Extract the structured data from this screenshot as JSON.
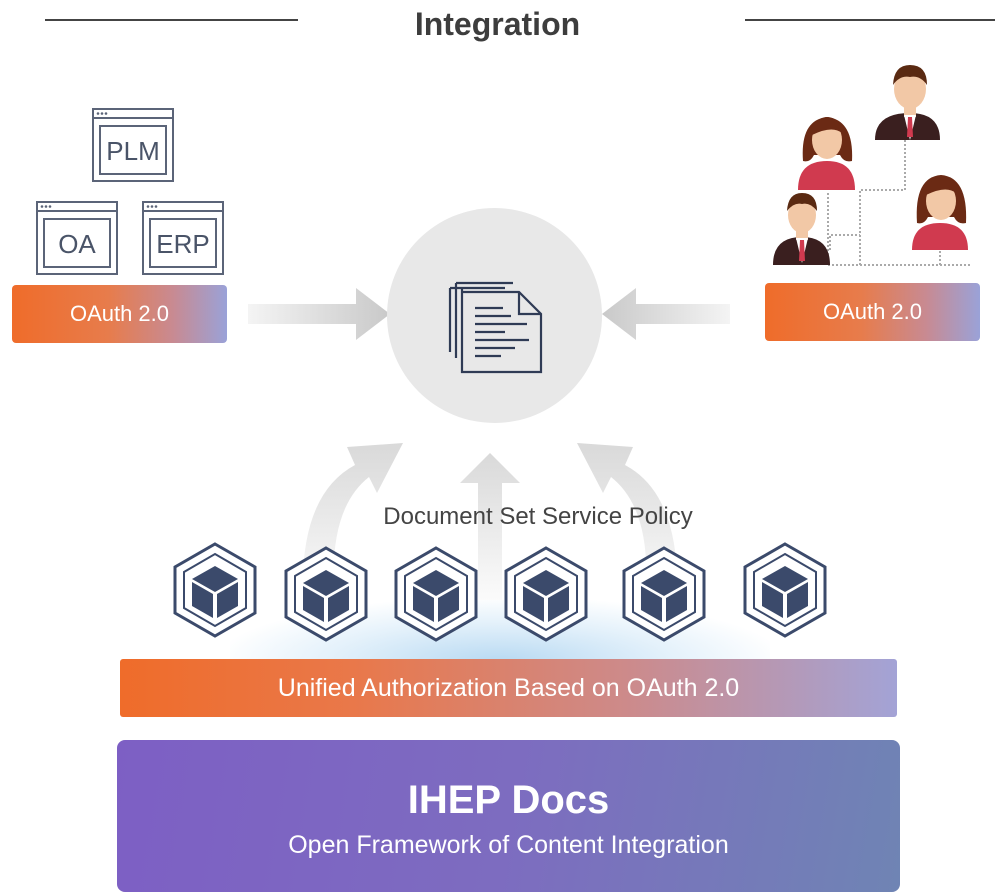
{
  "header": {
    "title": "Integration"
  },
  "left_apps": [
    {
      "name": "PLM-icon",
      "label": "PLM"
    },
    {
      "name": "OA-icon",
      "label": "OA"
    },
    {
      "name": "ERP-icon",
      "label": "ERP"
    }
  ],
  "left_oauth": {
    "label": "OAuth 2.0"
  },
  "right_oauth": {
    "label": "OAuth 2.0"
  },
  "policy": {
    "label": "Document Set Service Policy"
  },
  "services": {
    "count_icons": [
      "cube-icon",
      "cube-icon",
      "cube-icon",
      "cube-icon",
      "cube-icon",
      "cube-icon"
    ]
  },
  "auth_bar": {
    "label": "Unified Authorization Based on OAuth 2.0"
  },
  "footer": {
    "title": "IHEP Docs",
    "subtitle": "Open Framework of Content Integration"
  },
  "colors": {
    "accent_orange": "#ef6c2a",
    "lavender": "#9aa2d8",
    "purple": "#7d5fc4",
    "cube_navy": "#3b4a6b"
  }
}
